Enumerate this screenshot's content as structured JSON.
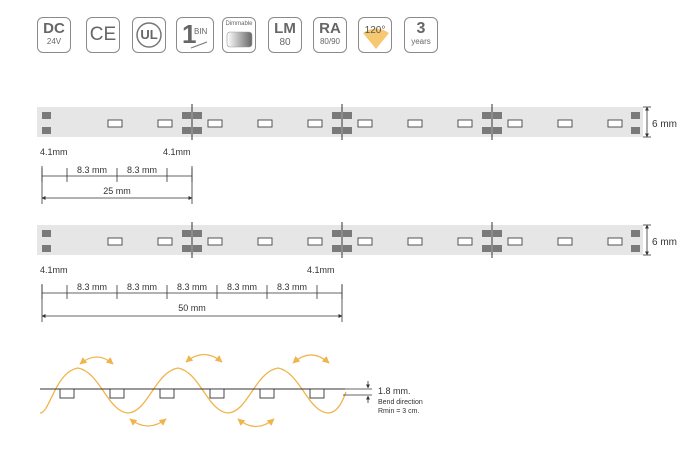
{
  "badges": {
    "dc": {
      "main": "DC",
      "sub": "24V"
    },
    "ce": {
      "main": "CE"
    },
    "ul": {
      "main": "UL"
    },
    "bin": {
      "main": "1",
      "sub": "BIN"
    },
    "dimmable": {
      "main": "Dimmable"
    },
    "lm": {
      "main": "LM",
      "sub": "80"
    },
    "ra": {
      "main": "RA",
      "sub": "80/90"
    },
    "angle": {
      "main": "120°"
    },
    "warranty": {
      "main": "3",
      "sub": "years"
    }
  },
  "strip1": {
    "width_label": "6 mm",
    "left_offset": "4.1mm",
    "right_offset": "4.1mm",
    "pitches": [
      "8.3 mm",
      "8.3 mm"
    ],
    "total": "25 mm"
  },
  "strip2": {
    "width_label": "6 mm",
    "left_offset": "4.1mm",
    "right_offset": "4.1mm",
    "pitches": [
      "8.3 mm",
      "8.3 mm",
      "8.3 mm",
      "8.3 mm",
      "8.3 mm"
    ],
    "total": "50 mm"
  },
  "bend": {
    "thickness": "1.8 mm.",
    "direction": "Bend direction",
    "radius": "Rmin = 3 cm."
  },
  "colors": {
    "strip": "#e6e6e6",
    "pad": "#7a7a7a",
    "accent": "#f0b44c",
    "line": "#333333"
  }
}
